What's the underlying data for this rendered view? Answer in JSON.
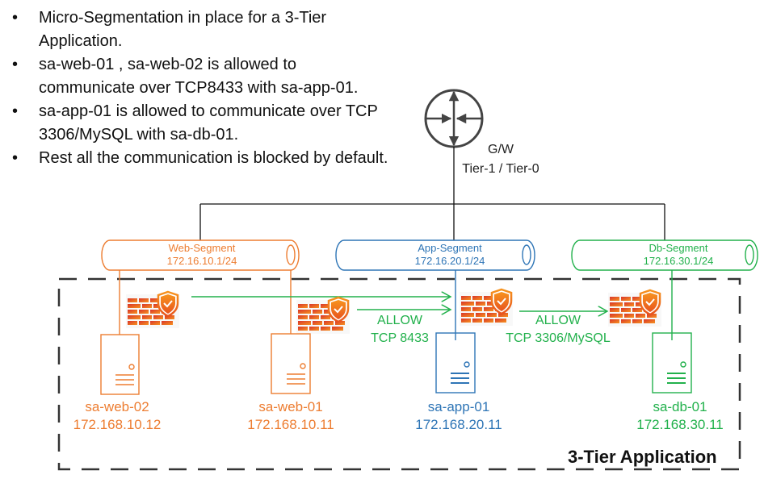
{
  "bullets": [
    "Micro-Segmentation in place for a 3-Tier Application.",
    "sa-web-01 , sa-web-02 is allowed to communicate over TCP8433 with sa-app-01.",
    "sa-app-01 is allowed to communicate over TCP 3306/MySQL with sa-db-01.",
    "Rest all the communication is blocked by default."
  ],
  "bullet_glyph": "•",
  "gateway": {
    "icon": "router-icon",
    "title": "G/W",
    "subtitle": "Tier-1 / Tier-0"
  },
  "segments": [
    {
      "name": "Web-Segment",
      "cidr": "172.16.10.1/24",
      "color": "#ed7d31"
    },
    {
      "name": "App-Segment",
      "cidr": "172.16.20.1/24",
      "color": "#2e75b6"
    },
    {
      "name": "Db-Segment",
      "cidr": "172.16.30.1/24",
      "color": "#22b14c"
    }
  ],
  "hosts": [
    {
      "name": "sa-web-02",
      "ip": "172.168.10.12",
      "color": "#ed7d31"
    },
    {
      "name": "sa-web-01",
      "ip": "172.168.10.11",
      "color": "#ed7d31"
    },
    {
      "name": "sa-app-01",
      "ip": "172.168.20.11",
      "color": "#2e75b6"
    },
    {
      "name": "sa-db-01",
      "ip": "172.168.30.11",
      "color": "#22b14c"
    }
  ],
  "rules": [
    {
      "action": "ALLOW",
      "protocol": "TCP 8433"
    },
    {
      "action": "ALLOW",
      "protocol": "TCP 3306/MySQL"
    }
  ],
  "group_title": "3-Tier Application",
  "colors": {
    "allow": "#22b14c",
    "firewall_brick_top": "#d9342b",
    "firewall_brick_bottom": "#f7931e",
    "line": "#111111"
  }
}
